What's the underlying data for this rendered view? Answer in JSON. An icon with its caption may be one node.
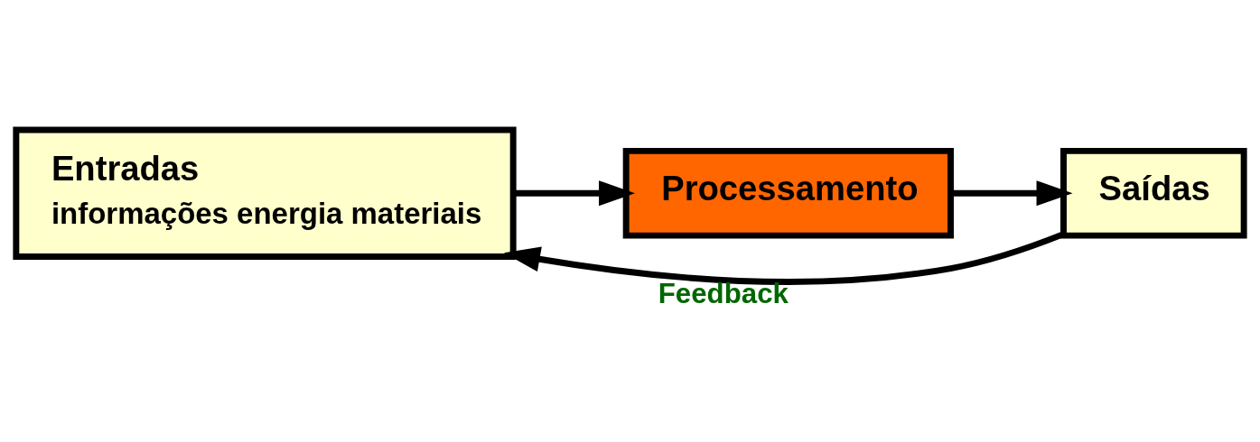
{
  "diagram": {
    "nodes": [
      {
        "text": [
          "Entradas",
          "informações energia materiais"
        ]
      },
      {
        "text": [
          "Processamento"
        ]
      },
      {
        "text": [
          "Saídas"
        ]
      }
    ],
    "edges": [
      {
        "from": 0,
        "to": 1,
        "arrow": "to"
      },
      {
        "from": 1,
        "to": 2,
        "arrow": "to"
      },
      {
        "from": 2,
        "to": 0,
        "arrow": "to",
        "label": "Feedback"
      }
    ]
  }
}
